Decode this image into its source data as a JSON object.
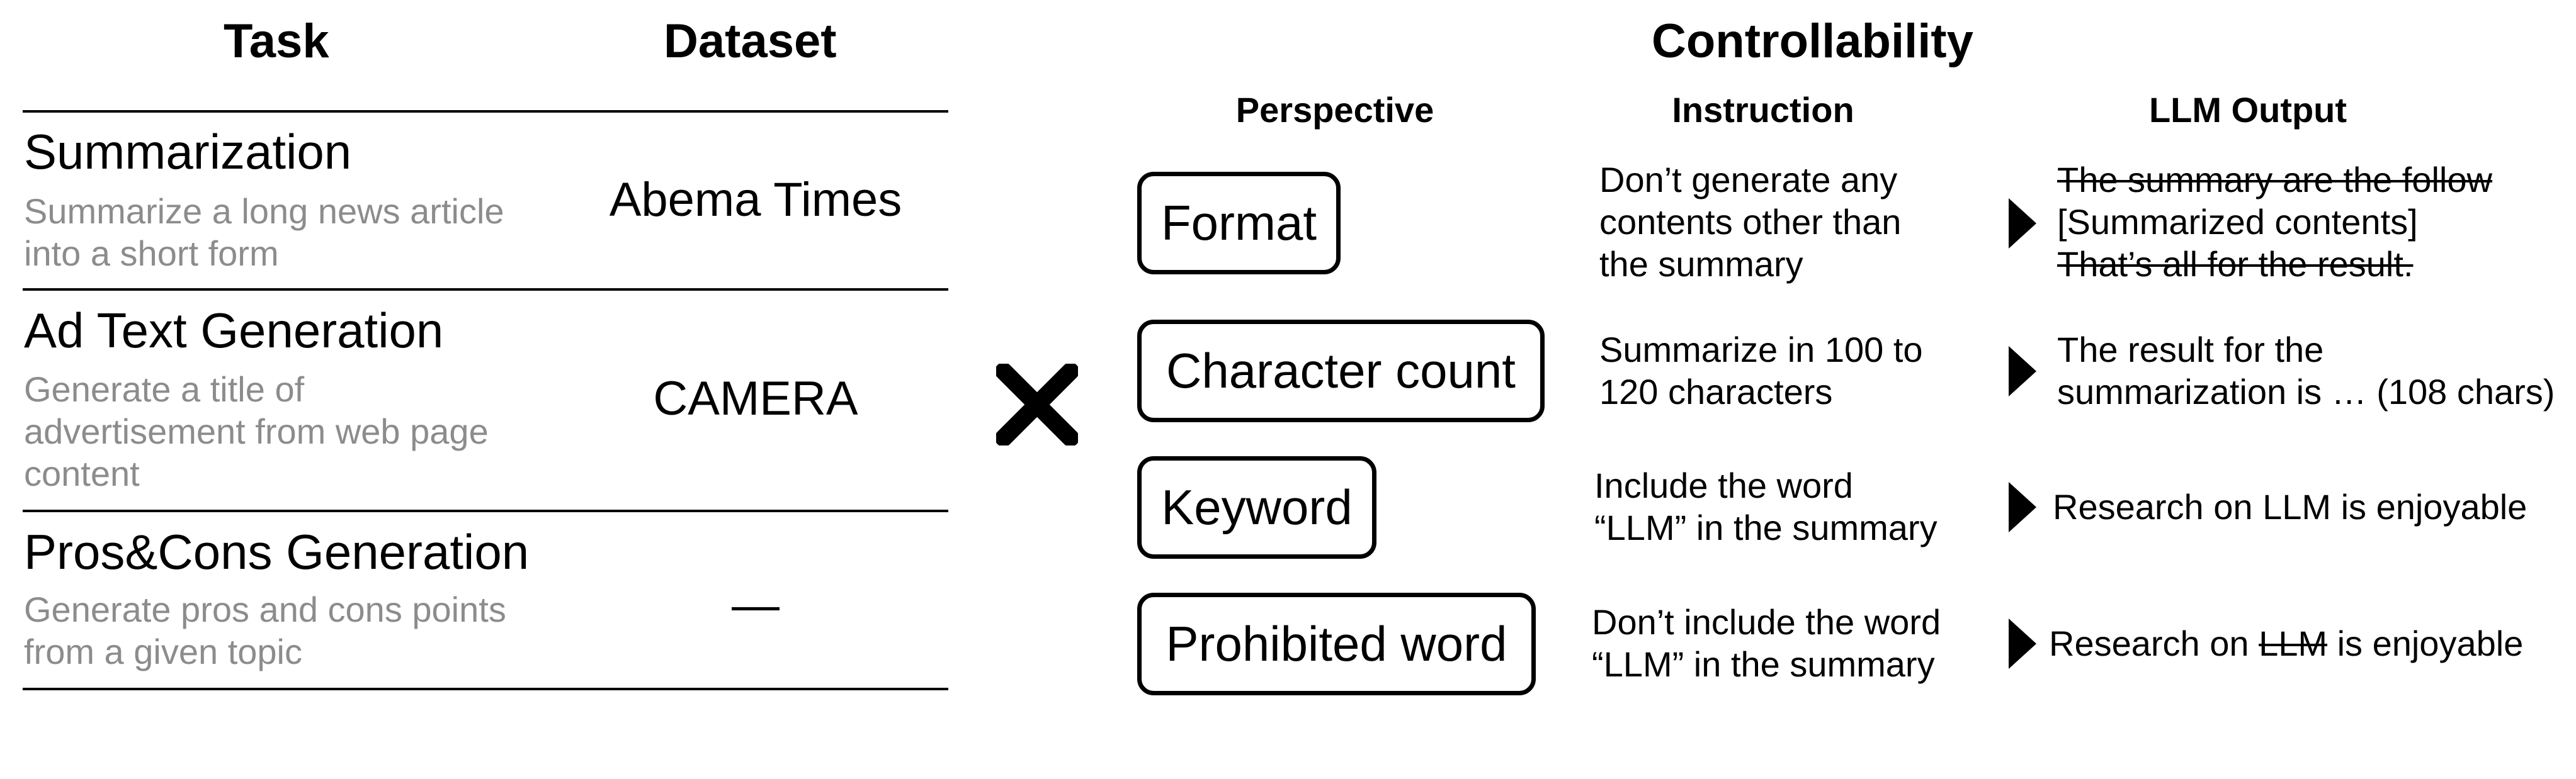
{
  "headers": {
    "task": "Task",
    "dataset": "Dataset",
    "controllability": "Controllability",
    "perspective": "Perspective",
    "instruction": "Instruction",
    "llm_output": "LLM Output"
  },
  "tasks": [
    {
      "name": "Summarization",
      "desc": [
        "Summarize a long news article",
        "into a short form"
      ],
      "dataset": "Abema Times"
    },
    {
      "name": "Ad Text Generation",
      "desc": [
        "Generate a title of",
        "advertisement from web page",
        "content"
      ],
      "dataset": "CAMERA"
    },
    {
      "name": "Pros&Cons Generation",
      "desc": [
        "Generate pros and cons points",
        "from a given topic"
      ],
      "dataset": "—"
    }
  ],
  "cross_symbol": "✕",
  "perspectives": [
    {
      "label": "Format",
      "instruction": [
        "Don’t generate any",
        "contents other than",
        "the summary"
      ],
      "output": [
        {
          "text": "The summary are the follow",
          "strike": true
        },
        {
          "text": "[Summarized contents]",
          "strike": false
        },
        {
          "text": "That’s all for the result.",
          "strike": true
        }
      ]
    },
    {
      "label": "Character count",
      "instruction": [
        "Summarize in 100  to",
        "120 characters"
      ],
      "output": [
        {
          "text": "The result for the",
          "strike": false
        },
        {
          "text": "summarization is … (108 chars)",
          "strike": false
        }
      ]
    },
    {
      "label": "Keyword",
      "instruction": [
        "Include the word",
        "“LLM” in the summary"
      ],
      "output": [
        {
          "text": "Research on LLM is enjoyable",
          "strike": false
        }
      ]
    },
    {
      "label": "Prohibited word",
      "instruction": [
        "Don’t include the word",
        "“LLM” in the summary"
      ],
      "output_parts": [
        {
          "text": "Research on ",
          "strike": false
        },
        {
          "text": "LLM",
          "strike": true
        },
        {
          "text": " is enjoyable",
          "strike": false
        }
      ]
    }
  ]
}
